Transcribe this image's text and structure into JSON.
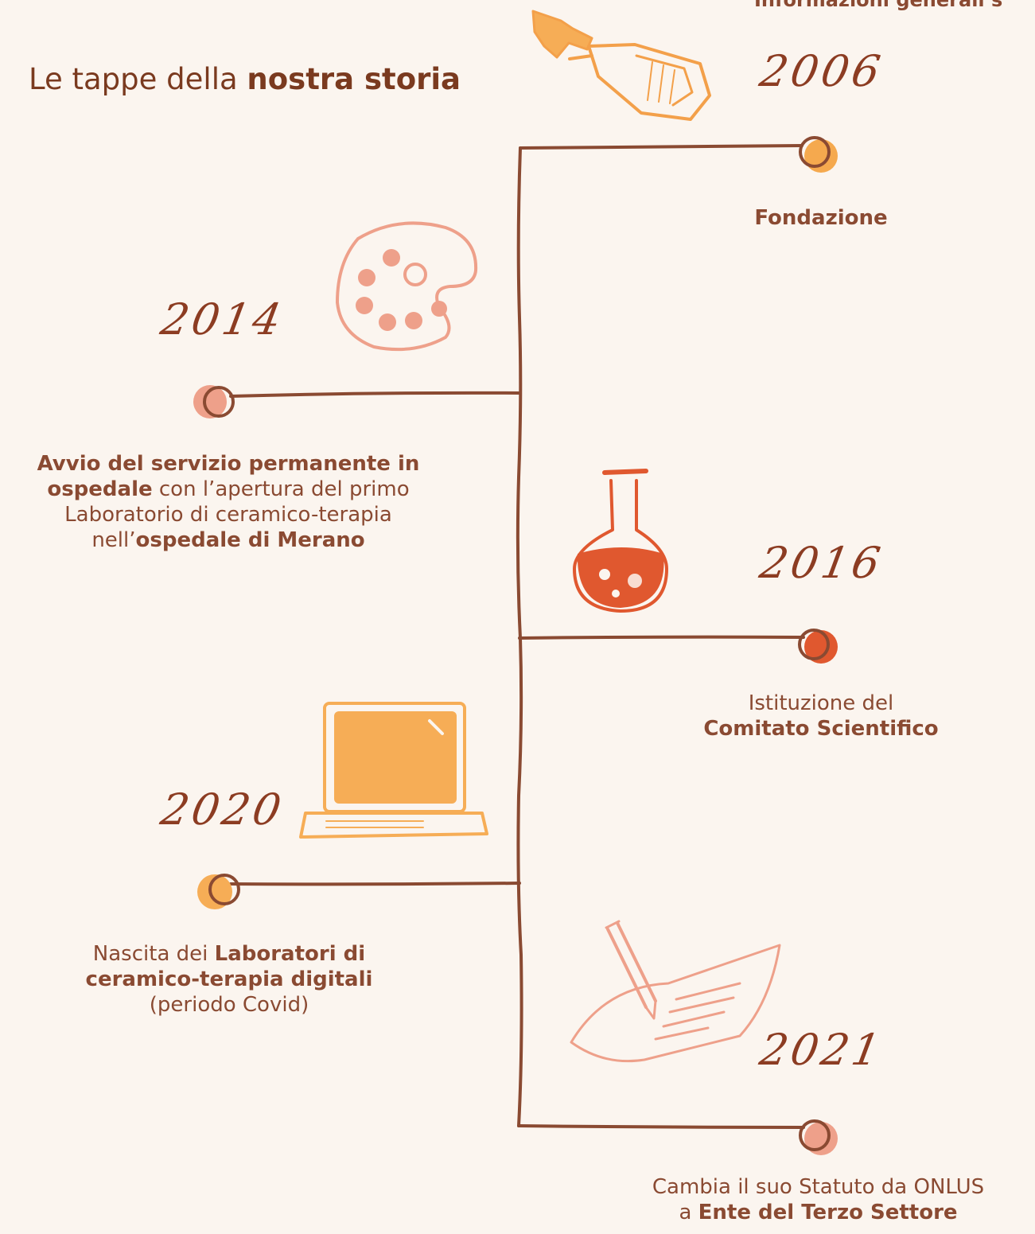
{
  "header": {
    "cut_off_title": "Informazioni generali s"
  },
  "title": {
    "part1": "Le tappe della ",
    "part2": "nostra storia"
  },
  "events": [
    {
      "year": "2006",
      "line1_bold": "Fondazione"
    },
    {
      "year": "2014",
      "line1_bold": "Avvio del servizio permanente in",
      "line2_bold": "ospedale",
      "line2_rest": " con l’apertura del primo",
      "line3": "Laboratorio di ceramico-terapia",
      "line4_pre": "nell’",
      "line4_bold": "ospedale di Merano"
    },
    {
      "year": "2016",
      "line1": "Istituzione del",
      "line2_bold": "Comitato Scientifico"
    },
    {
      "year": "2020",
      "line1_pre": "Nascita dei ",
      "line1_bold": "Laboratori di",
      "line2_bold": "ceramico-terapia digitali",
      "line3": "(periodo Covid)"
    },
    {
      "year": "2021",
      "line1": "Cambia il suo Statuto da ONLUS",
      "line2_pre": "a ",
      "line2_bold": "Ente del Terzo Settore"
    }
  ],
  "colors": {
    "background": "#fbf5ef",
    "line": "#8a4a32",
    "text": "#8a4a32",
    "dot_2006": "#f5a94e",
    "dot_2014": "#eea08a",
    "dot_2016": "#e0582f",
    "dot_2020": "#f6ad56",
    "dot_2021": "#eea08a"
  },
  "icons": [
    "wrench-and-paint-tube-icon",
    "palette-icon",
    "flask-icon",
    "laptop-icon",
    "pencil-and-paper-icon"
  ]
}
